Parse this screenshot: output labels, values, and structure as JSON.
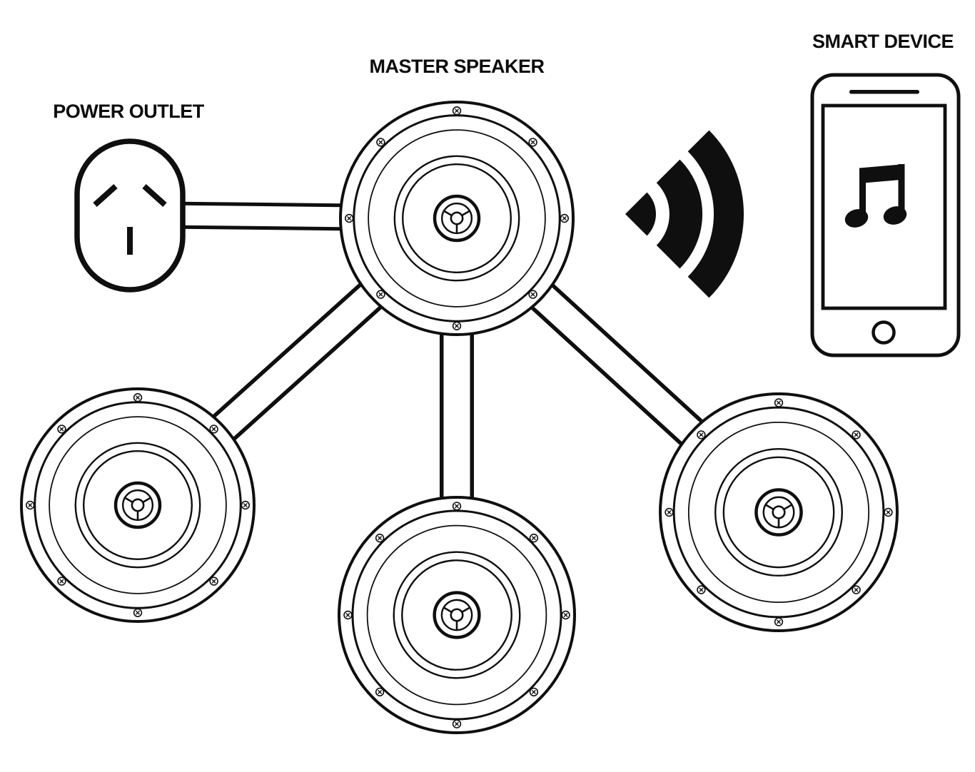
{
  "diagram": {
    "labels": {
      "power_outlet": "POWER OUTLET",
      "master_speaker": "MASTER SPEAKER",
      "smart_device": "SMART DEVICE"
    },
    "nodes": [
      {
        "id": "power_outlet",
        "type": "power-outlet",
        "label": "POWER OUTLET"
      },
      {
        "id": "master_speaker",
        "type": "speaker",
        "label": "MASTER SPEAKER"
      },
      {
        "id": "speaker_left",
        "type": "speaker"
      },
      {
        "id": "speaker_bottom",
        "type": "speaker"
      },
      {
        "id": "speaker_right",
        "type": "speaker"
      },
      {
        "id": "smart_device",
        "type": "phone",
        "label": "SMART DEVICE"
      }
    ],
    "connections": [
      {
        "from": "power_outlet",
        "to": "master_speaker",
        "type": "wired"
      },
      {
        "from": "master_speaker",
        "to": "speaker_left",
        "type": "wired"
      },
      {
        "from": "master_speaker",
        "to": "speaker_bottom",
        "type": "wired"
      },
      {
        "from": "master_speaker",
        "to": "speaker_right",
        "type": "wired"
      },
      {
        "from": "master_speaker",
        "to": "smart_device",
        "type": "wireless"
      }
    ],
    "colors": {
      "line": "#0f0f0f",
      "background": "#ffffff"
    }
  }
}
